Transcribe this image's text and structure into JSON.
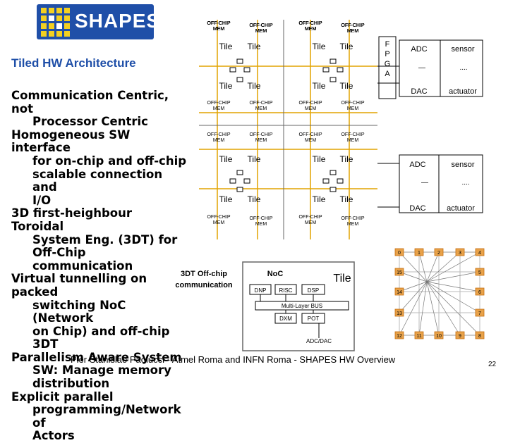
{
  "logo": {
    "text": "SHAPES",
    "colors": {
      "background": "#1f4fa8",
      "squares": "#f3d020"
    }
  },
  "title": "Tiled HW Architecture",
  "bullets": [
    {
      "first": "Communication Centric, not",
      "rest": [
        "Processor Centric"
      ]
    },
    {
      "first": "Homogeneous SW interface",
      "rest": [
        "for on-chip and off-chip",
        "scalable connection and",
        "I/O"
      ]
    },
    {
      "first": "3D first-heighbour Toroidal",
      "rest": [
        "System Eng. (3DT) for",
        "Off-Chip communication"
      ]
    },
    {
      "first": "Virtual tunnelling on packed",
      "rest": [
        "switching NoC (Network",
        "on Chip) and off-chip",
        "3DT"
      ]
    },
    {
      "first": "Parallelism Aware System",
      "rest": [
        "SW: Manage memory",
        "distribution"
      ]
    },
    {
      "first": "Explicit parallel",
      "rest": [
        "programming/Network of",
        "Actors"
      ]
    }
  ],
  "diagram": {
    "offchip_mem_label": "OFF-CHIP MEM",
    "tile_label": "Tile",
    "fpga_letters": [
      "F",
      "P",
      "G",
      "A"
    ],
    "adc_label": "ADC",
    "dac_label": "DAC",
    "sensor_label": "sensor",
    "actuator_label": "actuator",
    "dots": "....",
    "dash": "—",
    "threedt_label_1": "3DT Off-chip",
    "threedt_label_2": "communication",
    "noc_label": "NoC",
    "tile_big_label": "Tile",
    "blocks": {
      "dnp": "DNP",
      "risc": "RISC",
      "dsp": "DSP",
      "bus": "Multi-Layer BUS",
      "dxm": "DXM",
      "pot": "POT",
      "adcdac": "ADC/DAC"
    },
    "torus_nodes": {
      "top": [
        "0",
        "1",
        "2",
        "3",
        "4"
      ],
      "left": [
        "15",
        "14",
        "13",
        "12"
      ],
      "bottom": [
        "11",
        "10",
        "9",
        "8"
      ],
      "right": [
        "5",
        "6",
        "7"
      ]
    },
    "colors": {
      "grid_line": "#e2a400",
      "torus_node": "#e8a24a",
      "torus_node_edge": "#c46e10"
    }
  },
  "footer": "Pier Stanislao Paolucci - Atmel Roma and INFN Roma -  SHAPES HW Overview",
  "page_number": "22"
}
